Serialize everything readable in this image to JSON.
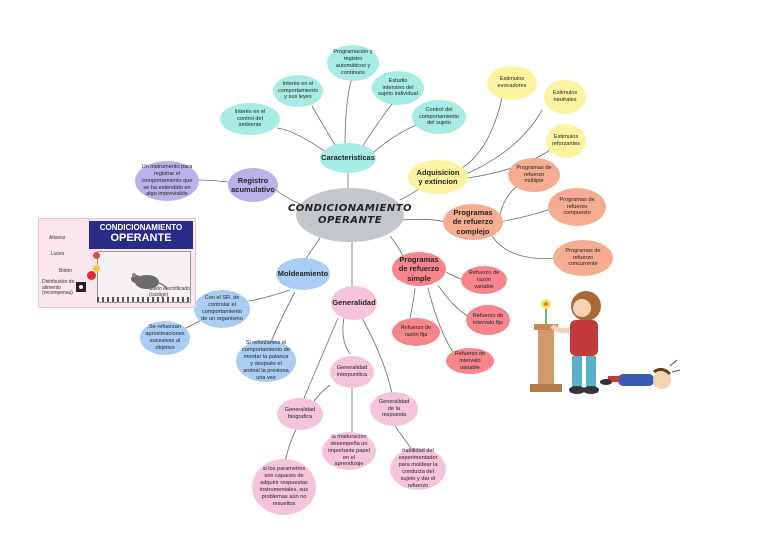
{
  "central": {
    "title_line1": "CONDICIONAMIENTO",
    "title_line2": "OPERANTE"
  },
  "caracteristicas": {
    "label": "Caracteristicas",
    "children": {
      "programacion": "Programación y registro automáticos y continuos",
      "interes_comportamiento": "Interés en el comportamiento y sus leyes",
      "estudio_intensivo": "Estudio intensivo del sujeto individual",
      "interes_control": "Interés en el control del ambiente",
      "control_comportamiento": "Control del comportamiento del sujeto"
    }
  },
  "adquisicion": {
    "label": "Adquisicion y extincion",
    "children": {
      "evocadores": "Estimulos evocadores",
      "neutrales": "Estimulos neutrales",
      "reforzantes": "Estimulos reforzantes"
    }
  },
  "programas_complejo": {
    "label": "Programas de refuerzo complejo",
    "children": {
      "multiple": "Programas de refuerzo múltiple",
      "compuesto": "Programas de refuerzo compuesto",
      "concurrente": "Programas de refuerzo concurrente"
    }
  },
  "programas_simple": {
    "label": "Programas de refuerzo simple",
    "children": {
      "razon_variable": "Refuerzo de razón variable",
      "intervalo_fijo": "Refuerzo de intervalo fijo",
      "razon_fija": "Refuerzo de razón fija",
      "intervalo_variable": "Refuerzo de intervalo variable"
    }
  },
  "registro": {
    "label": "Registro acumulativo",
    "child": "Un instrumento para registrar el comportamiento que se ha extendido en algo imprevisible"
  },
  "moldeamiento": {
    "label": "Moldeamiento",
    "children": {
      "con_el_sr": "Con el SR. de controlar el comportamiento de un organismo",
      "se_refuerzan": "Se refuerzan aproximaciones sucesivas al objetivo",
      "reforzamos": "Si reforzamos el comportamiento de mordar la palanca y después el animal la presiona una vez"
    }
  },
  "generalidad": {
    "label": "Generalidad",
    "children": {
      "interespecifica": "Generalidad interpunitica",
      "biografica": "Generalidad biografica",
      "respuesta": "Generalidad de la respuesta",
      "maduracion": "la maduración desempeña un importante papel en el aprendizaje",
      "parametros": "si los parametros son capaces de adquirir respuestas instrumentales, sus problemas aún no resueltos",
      "habilidad": "habilidad del experimentador para moldear la conducta del sujeto y dar el refuerzo"
    }
  },
  "skinner_box": {
    "title_line1": "CONDICIONAMIENTO",
    "title_line2": "OPERANTE",
    "labels": {
      "altavoz": "Altavoz",
      "luces": "Luces",
      "boton": "Botón",
      "dispensador": "Distribuidor de alimento (recompensa)",
      "suelo": "Suelo electrificado (castigo)"
    }
  },
  "colors": {
    "cyan": "#a6ece4",
    "yellow": "#fbf3a0",
    "salmon": "#f6ac90",
    "pink": "#f5c4da",
    "red": "#f7868c",
    "blue": "#aacdf3",
    "purple": "#b9b3ea",
    "grey": "#c3c6cb"
  }
}
